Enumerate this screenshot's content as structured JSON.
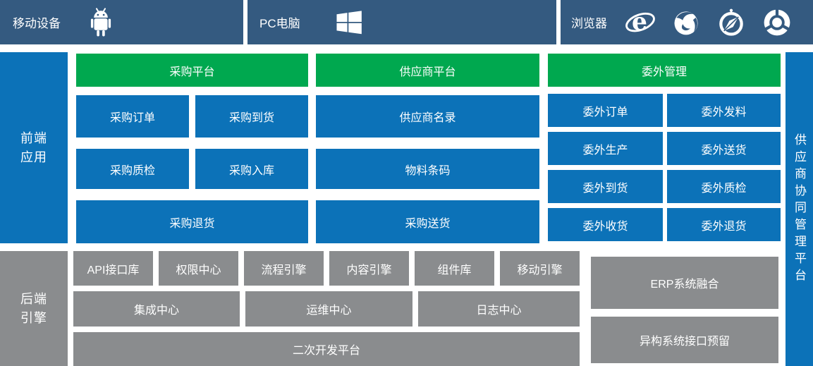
{
  "colors": {
    "top_bar_blue": "#345A80",
    "primary_blue": "#0C72B8",
    "green": "#00A84F",
    "gray": "#8A8C8E",
    "text": "#FFFFFF",
    "background": "#FFFFFF"
  },
  "top_bar": {
    "mobile": {
      "label": "移动设备",
      "icon": "android-icon"
    },
    "pc": {
      "label": "PC电脑",
      "icon": "windows-icon"
    },
    "browser": {
      "label": "浏览器",
      "icons": [
        "ie-icon",
        "firefox-icon",
        "safari-icon",
        "chrome-icon"
      ]
    }
  },
  "frontend": {
    "sidebar_label": "前端应用",
    "groups": [
      {
        "header": "采购平台",
        "rows": [
          [
            "采购订单",
            "采购到货"
          ],
          [
            "采购质检",
            "采购入库"
          ],
          [
            "采购退货"
          ]
        ]
      },
      {
        "header": "供应商平台",
        "rows": [
          [
            "供应商名录"
          ],
          [
            "物料条码"
          ],
          [
            "采购送货"
          ]
        ]
      },
      {
        "header": "委外管理",
        "rows": [
          [
            "委外订单",
            "委外发料"
          ],
          [
            "委外生产",
            "委外送货"
          ],
          [
            "委外到货",
            "委外质检"
          ],
          [
            "委外收货",
            "委外退货"
          ]
        ]
      }
    ]
  },
  "right_bar": {
    "label": "供应商协同管理平台"
  },
  "backend": {
    "sidebar_label": "后端引擎",
    "row1": [
      "API接口库",
      "权限中心",
      "流程引擎",
      "内容引擎",
      "组件库",
      "移动引擎"
    ],
    "row2": [
      "集成中心",
      "运维中心",
      "日志中心"
    ],
    "row3": [
      "二次开发平台"
    ],
    "right_column": [
      "ERP系统融合",
      "异构系统接口预留"
    ]
  }
}
